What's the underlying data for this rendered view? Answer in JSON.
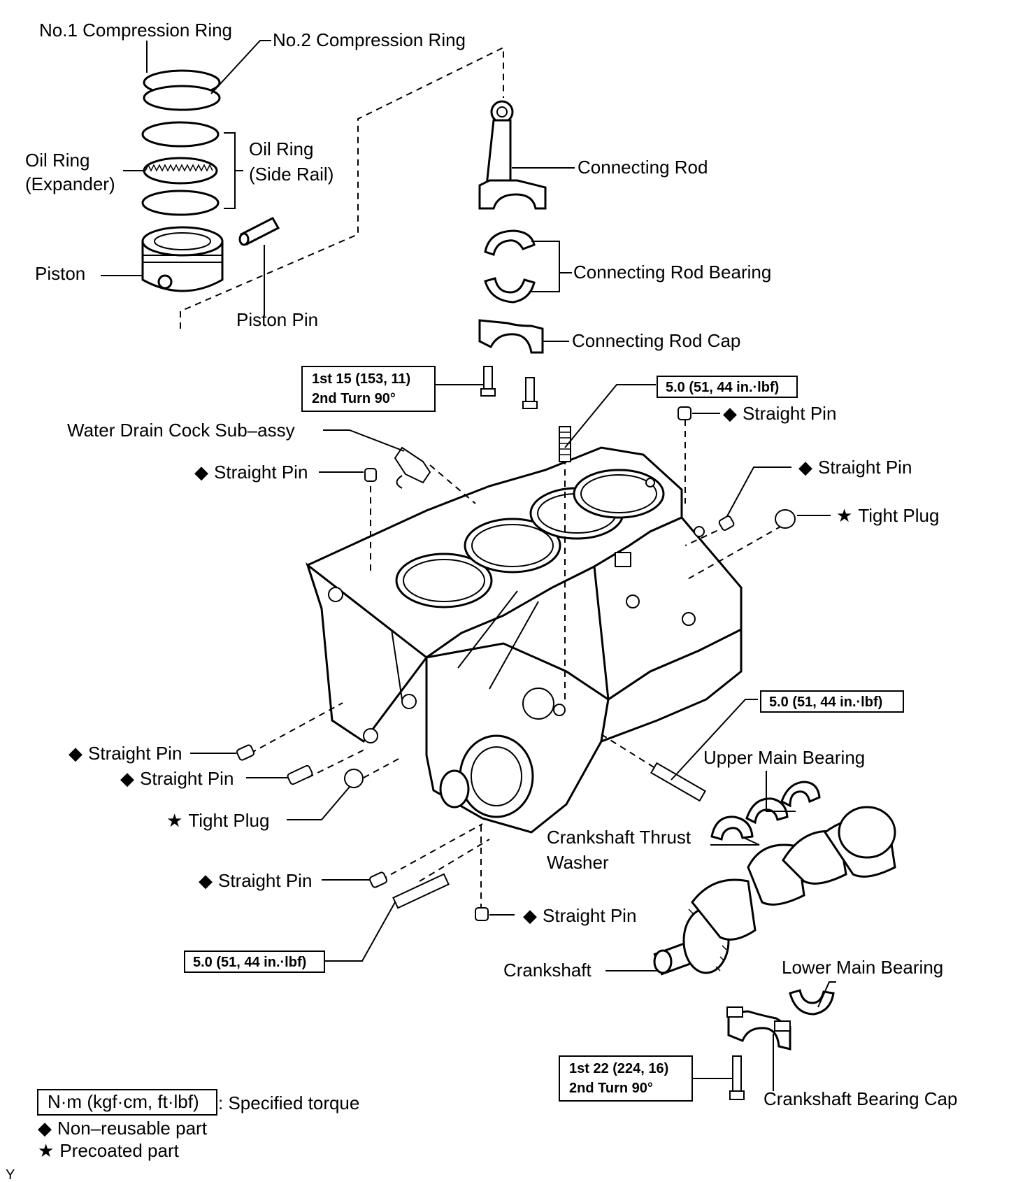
{
  "labels": {
    "no1_ring": "No.1 Compression Ring",
    "no2_ring": "No.2 Compression Ring",
    "oil_ring_exp_1": "Oil Ring",
    "oil_ring_exp_2": "(Expander)",
    "oil_ring_side_1": "Oil Ring",
    "oil_ring_side_2": "(Side Rail)",
    "piston": "Piston",
    "piston_pin": "Piston Pin",
    "connecting_rod": "Connecting Rod",
    "connecting_rod_bearing": "Connecting Rod Bearing",
    "connecting_rod_cap": "Connecting Rod Cap",
    "water_drain_cock": "Water Drain Cock Sub–assy",
    "straight_pin": "Straight Pin",
    "tight_plug": "Tight Plug",
    "upper_main_bearing": "Upper Main Bearing",
    "crankshaft_thrust_1": "Crankshaft Thrust",
    "crankshaft_thrust_2": "Washer",
    "crankshaft": "Crankshaft",
    "lower_main_bearing": "Lower Main Bearing",
    "crankshaft_bearing_cap": "Crankshaft Bearing Cap"
  },
  "symbols": {
    "non_reusable": "◆",
    "precoated": "★"
  },
  "torque_boxes": {
    "rod_bolt_1": "1st 15 (153, 11)",
    "rod_bolt_2": "2nd Turn 90°",
    "stud_top": "5.0 (51, 44 in.·lbf)",
    "stud_right": "5.0 (51, 44 in.·lbf)",
    "stud_bottom": "5.0 (51, 44 in.·lbf)",
    "main_bolt_1": "1st 22 (224, 16)",
    "main_bolt_2": "2nd Turn 90°"
  },
  "legend": {
    "torque_unit": "N·m (kgf·cm, ft·lbf)",
    "torque_desc": ": Specified torque",
    "non_reusable": "Non–reusable part",
    "precoated": "Precoated part"
  },
  "corner_mark": "Y"
}
